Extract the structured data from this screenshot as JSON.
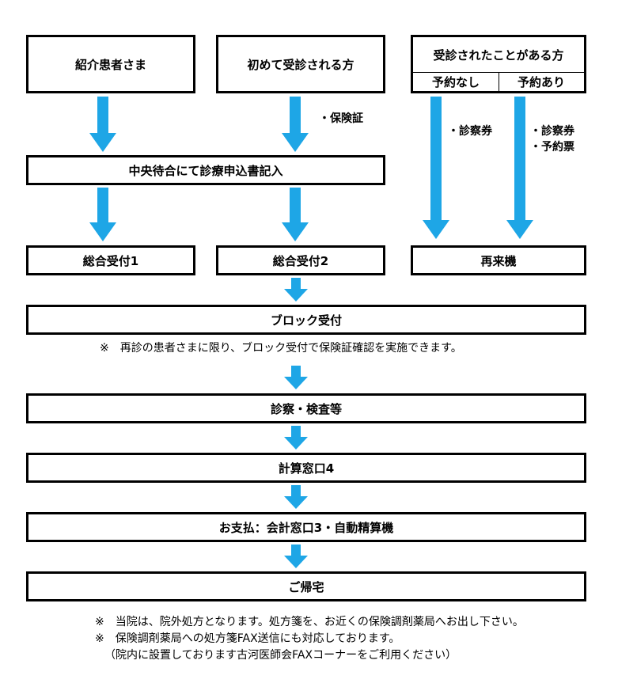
{
  "boxes": {
    "referred_patient": "紹介患者さま",
    "first_visit": "初めて受診される方",
    "returning": {
      "title": "受診されたことがある方",
      "no_reservation": "予約なし",
      "with_reservation": "予約あり"
    },
    "central_waiting": "中央待合にて診療申込書記入",
    "reception_1": "総合受付1",
    "reception_2": "総合受付2",
    "revisit_machine": "再来機",
    "block_reception": "ブロック受付",
    "consultation": "診察・検査等",
    "calculation": "計算窓口4",
    "payment": "お支払：会計窓口3・自動精算機",
    "go_home": "ご帰宅"
  },
  "arrow_labels": {
    "insurance_card": "・保険証",
    "consultation_card": "・診察券",
    "consultation_card_2": "・診察券",
    "reservation_slip": "・予約票"
  },
  "notes": {
    "revisit_note": "※　再診の患者さまに限り、ブロック受付で保険証確認を実施できます。",
    "footer_1": "※　当院は、院外処方となります。処方箋を、お近くの保険調剤薬局へお出し下さい。",
    "footer_2": "※　保険調剤薬局への処方箋FAX送信にも対応しております。",
    "footer_3": "（院内に設置しております古河医師会FAXコーナーをご利用ください）"
  },
  "colors": {
    "arrow": "#1ea6e6"
  }
}
